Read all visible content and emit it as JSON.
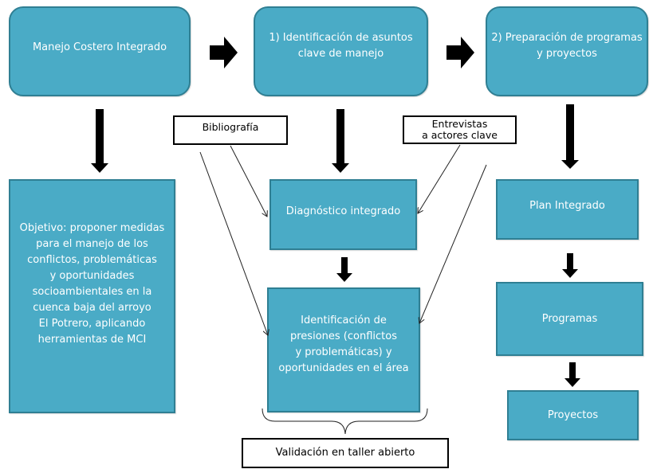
{
  "diagram": {
    "top_row": {
      "mci": "Manejo Costero Integrado",
      "step1": "1) Identificación de asuntos\nclave de manejo",
      "step2": "2) Preparación de programas\ny proyectos"
    },
    "objective": "Objetivo: proponer medidas\npara el manejo de los\nconflictos, problemáticas\ny oportunidades\nsocioambientales en la\ncuenca baja del arroyo\nEl Potrero, aplicando\nherramientas de MCI",
    "inputs": {
      "bibliography": "Bibliografía",
      "interviews": "Entrevistas\na actores clave"
    },
    "middle": {
      "diagnosis": "Diagnóstico integrado",
      "pressures": "Identificación de\npresiones (conflictos\ny  problemáticas) y\noportunidades en el área",
      "validation": "Validación en taller abierto"
    },
    "right": {
      "plan": "Plan Integrado",
      "programs": "Programas",
      "projects": "Proyectos"
    },
    "colors": {
      "box_fill": "#4aabc6",
      "box_border": "#2f7f93",
      "arrow": "#000000"
    }
  }
}
